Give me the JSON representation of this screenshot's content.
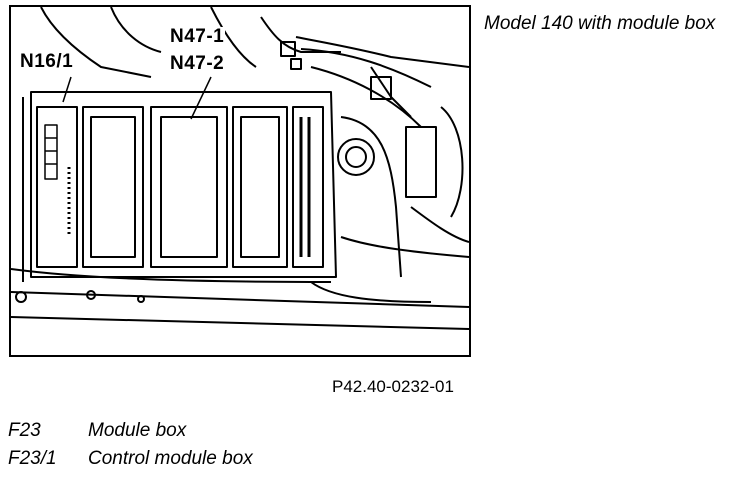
{
  "figure": {
    "callouts": {
      "n16_1": "N16/1",
      "n47_1": "N47-1",
      "n47_2": "N47-2"
    }
  },
  "caption": "Model 140 with module box",
  "figure_id": "P42.40-0232-01",
  "legend": [
    {
      "code": "F23",
      "description": "Module box"
    },
    {
      "code": "F23/1",
      "description": "Control module box"
    }
  ]
}
